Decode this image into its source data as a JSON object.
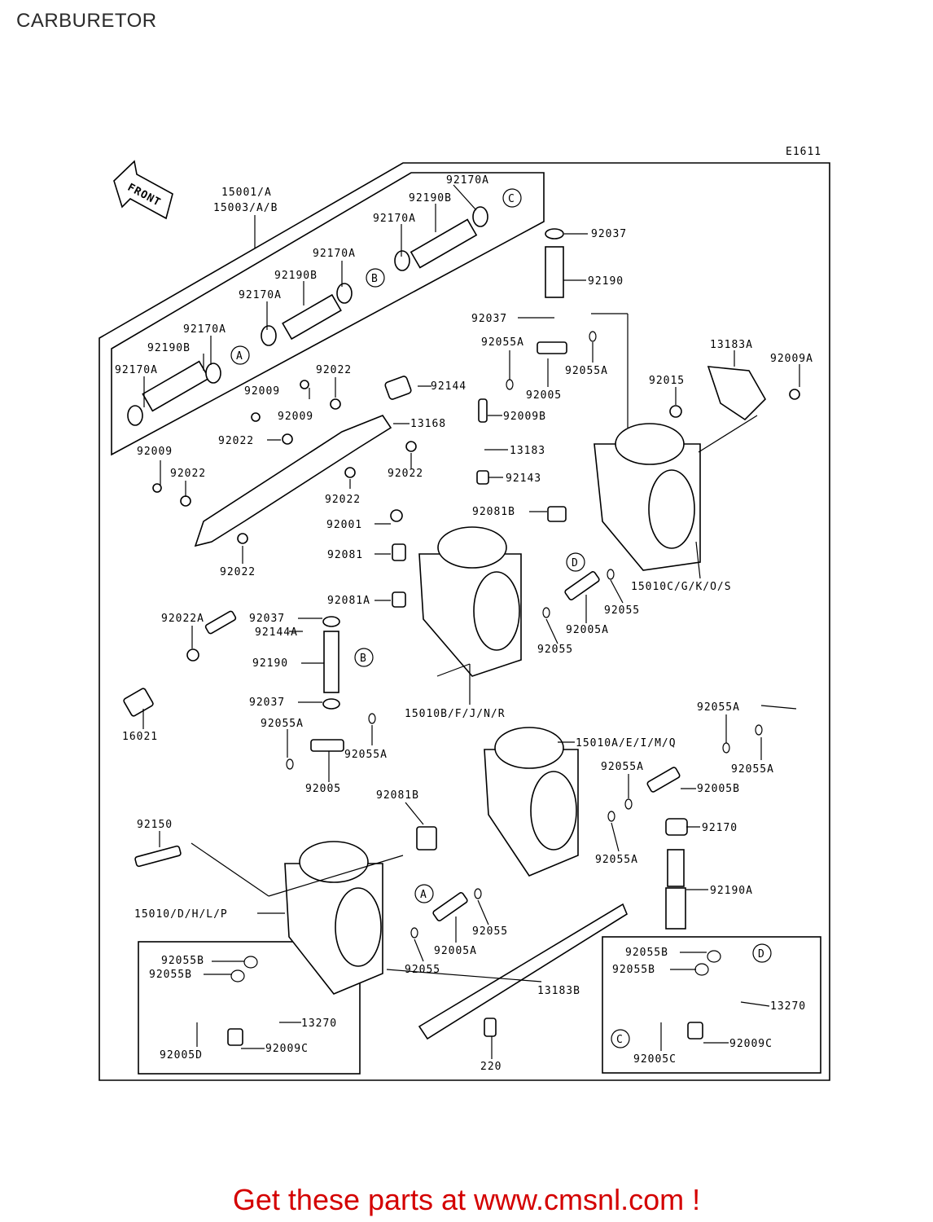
{
  "title": "CARBURETOR",
  "diagram_code": "E1611",
  "front_label": "FRONT",
  "footer_text": "Get these parts at www.cmsnl.com !",
  "colors": {
    "footer": "#d40000",
    "lines": "#000000",
    "background": "#ffffff"
  },
  "callouts": {
    "c15001": "15001/A",
    "c15003": "15003/A/B",
    "c92170a_1": "92170A",
    "c92190b_1": "92190B",
    "c92170a_2": "92170A",
    "c92170a_3": "92170A",
    "c92190b_2": "92190B",
    "c92170a_4": "92170A",
    "c92170a_5": "92170A",
    "c92190b_3": "92190B",
    "c92170a_6": "92170A",
    "c92037_1": "92037",
    "c92190_1": "92190",
    "c92037_2": "92037",
    "c92055a_1": "92055A",
    "c92055a_2": "92055A",
    "c92005_1": "92005",
    "c13183a": "13183A",
    "c92009a": "92009A",
    "c92015": "92015",
    "c92022_1": "92022",
    "c92144": "92144",
    "c92009_1": "92009",
    "c92009_2": "92009",
    "c13168": "13168",
    "c92009b": "92009B",
    "c92022_2": "92022",
    "c13183": "13183",
    "c92009_3": "92009",
    "c92022_3": "92022",
    "c92022_4": "92022",
    "c92022_5": "92022",
    "c92143": "92143",
    "c92081b_1": "92081B",
    "c92001": "92001",
    "c92081": "92081",
    "c92022_6": "92022",
    "c15010cgkos": "15010C/G/K/O/S",
    "c92081a": "92081A",
    "c92055_1": "92055",
    "c92005a_1": "92005A",
    "c92055_2": "92055",
    "c92022a": "92022A",
    "c92037_3": "92037",
    "c92144a": "92144A",
    "c92190_2": "92190",
    "c92037_4": "92037",
    "c16021": "16021",
    "c15010bfjnr": "15010B/F/J/N/R",
    "c92055a_3": "92055A",
    "c92055a_4": "92055A",
    "c92005_2": "92005",
    "c92055a_5": "92055A",
    "c92055a_6": "92055A",
    "c15010aeimq": "15010A/E/I/M/Q",
    "c92055a_7": "92055A",
    "c92005b": "92005B",
    "c92081b_2": "92081B",
    "c92170": "92170",
    "c92055a_8": "92055A",
    "c92150": "92150",
    "c92190a": "92190A",
    "c15010dhlp": "15010/D/H/L/P",
    "c92055_3": "92055",
    "c92005a_2": "92005A",
    "c92055_4": "92055",
    "c13183b": "13183B",
    "c92055b_1": "92055B",
    "c92055b_2": "92055B",
    "c92055b_3": "92055B",
    "c92055b_4": "92055B",
    "c13270_1": "13270",
    "c13270_2": "13270",
    "c92005d": "92005D",
    "c92009c_1": "92009C",
    "c92009c_2": "92009C",
    "c92005c": "92005C",
    "c220": "220"
  },
  "ref_markers": {
    "a": "A",
    "b": "B",
    "c": "C",
    "d": "D"
  }
}
